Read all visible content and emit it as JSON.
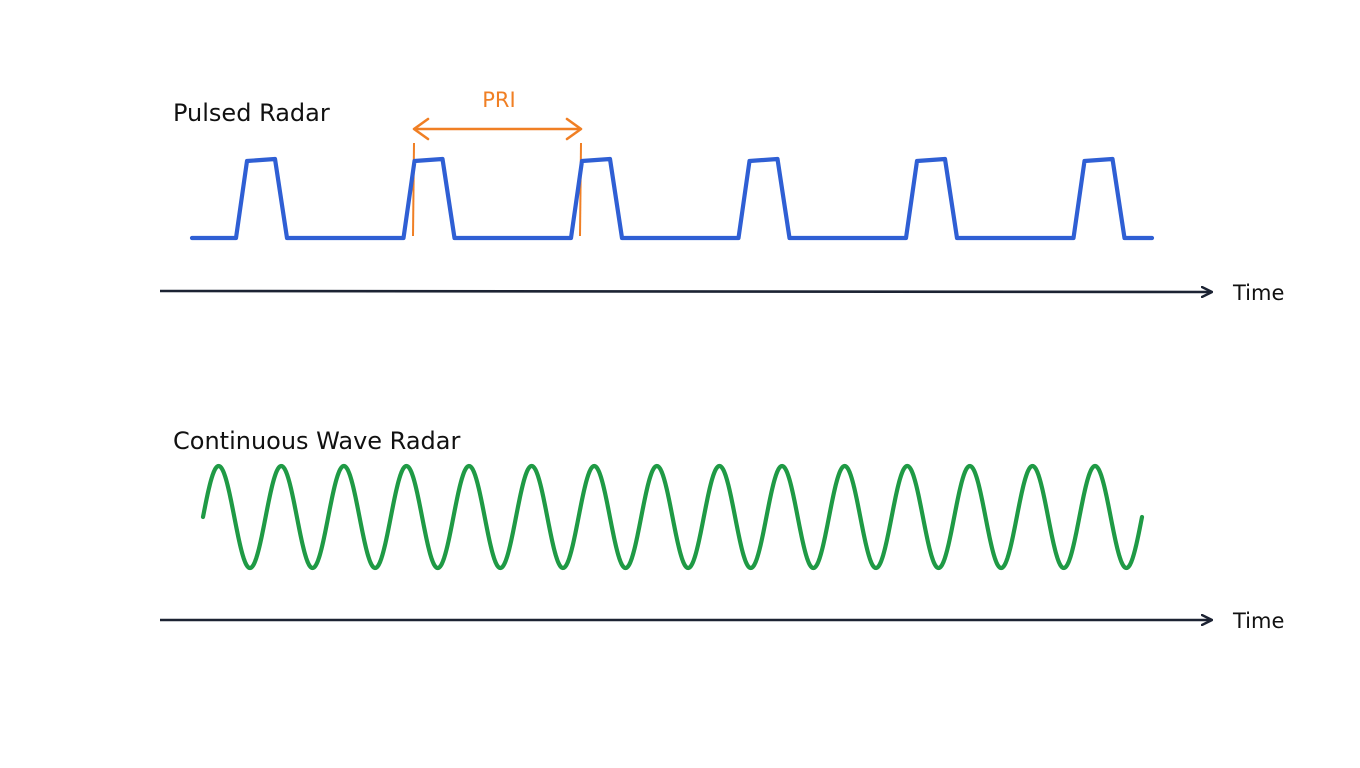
{
  "pulsed": {
    "title": "Pulsed Radar",
    "axis_label": "Time",
    "pulse_count": 6,
    "annotation": "PRI"
  },
  "continuous": {
    "title": "Continuous Wave Radar",
    "axis_label": "Time",
    "cycle_count": 15
  },
  "colors": {
    "pulse_wave": "#2f5fd4",
    "sine_wave": "#1f9a45",
    "annotation": "#f07f24",
    "axis": "#1c2333",
    "text": "#111111"
  }
}
